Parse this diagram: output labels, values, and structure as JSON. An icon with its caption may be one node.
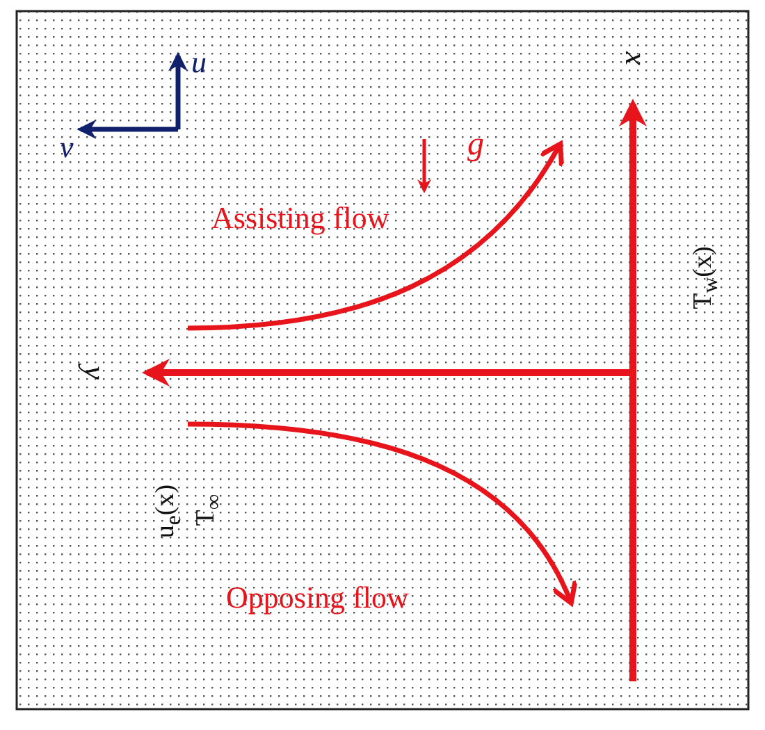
{
  "diagram": {
    "labels": [
      "u",
      "v",
      "g",
      "Assisting flow",
      "x",
      "T$_{w}$(x)",
      "y",
      "u$_{e}$(x)",
      "T$_{∞}$",
      "Opposing flow"
    ]
  }
}
